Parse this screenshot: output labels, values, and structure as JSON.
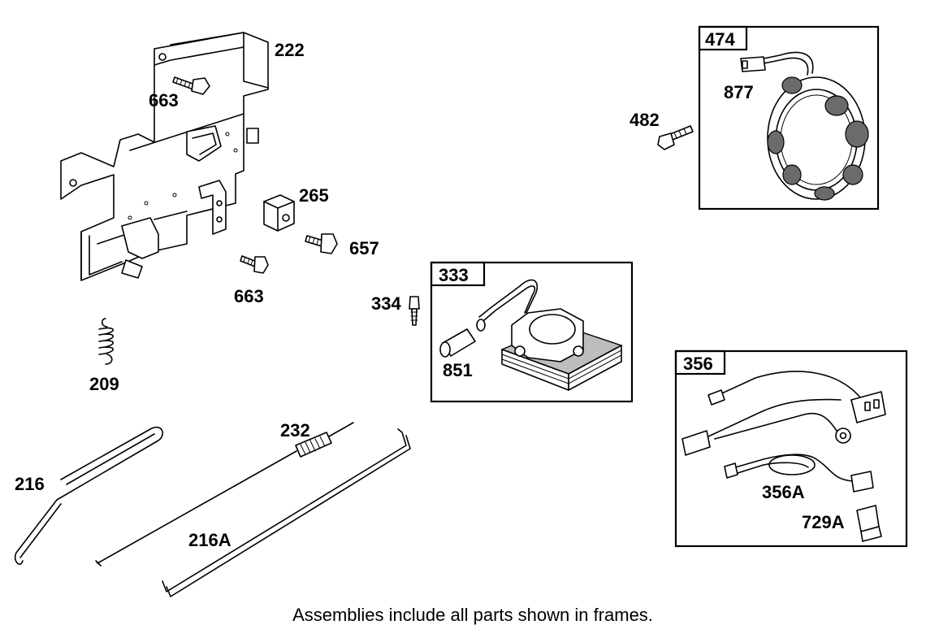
{
  "diagram": {
    "caption": "Assemblies include all parts shown in frames.",
    "parts": {
      "p222": "222",
      "p663a": "663",
      "p663b": "663",
      "p265": "265",
      "p657": "657",
      "p209": "209",
      "p232": "232",
      "p216": "216",
      "p216A": "216A",
      "p334": "334",
      "p851": "851",
      "p482": "482",
      "p877": "877",
      "p356A": "356A",
      "p729A": "729A"
    },
    "frames": {
      "f474": "474",
      "f333": "333",
      "f356": "356"
    }
  }
}
